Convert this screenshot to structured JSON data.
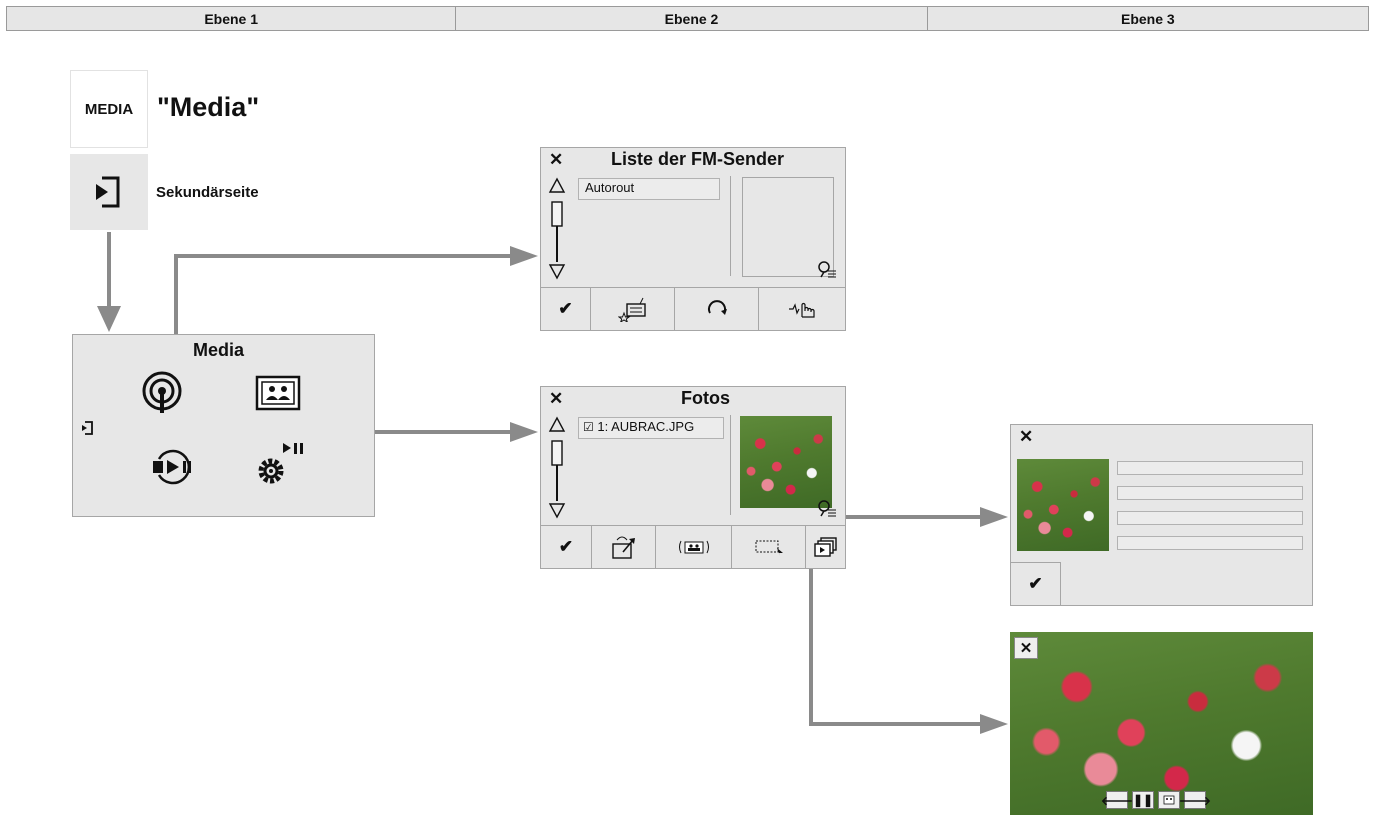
{
  "header": {
    "levels": [
      "Ebene 1",
      "Ebene 2",
      "Ebene 3"
    ]
  },
  "source": {
    "badge_label": "MEDIA",
    "title": "\"Media\"",
    "secondary_label": "Sekundärseite"
  },
  "media_panel": {
    "title": "Media"
  },
  "fm_panel": {
    "title": "Liste der FM-Sender",
    "close": "✕",
    "list_item": "Autorout",
    "confirm": "✔"
  },
  "fotos_panel": {
    "title": "Fotos",
    "close": "✕",
    "list_item": "1: AUBRAC.JPG",
    "confirm": "✔"
  },
  "detail_panel": {
    "close": "✕",
    "confirm": "✔"
  },
  "slideshow": {
    "close": "✕"
  },
  "icons": {
    "secondary": "secondary-page-icon",
    "radio": "radio-icon",
    "photos": "photos-icon",
    "player": "media-player-icon",
    "settings": "settings-icon"
  },
  "colors": {
    "panel": "#e7e7e7",
    "arrow": "#8a8a8a"
  }
}
